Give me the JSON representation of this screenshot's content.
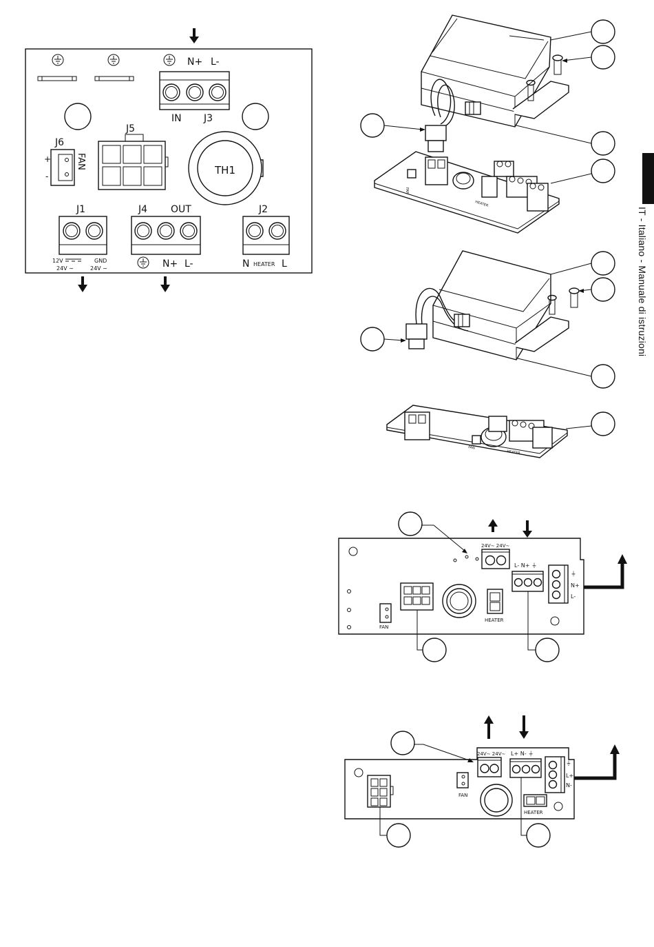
{
  "side_tab": {
    "text": "IT - Italiano - Manuale di istruzioni"
  },
  "schematic": {
    "j3": {
      "ground": "⏚",
      "n_plus": "N+",
      "l_minus": "L-",
      "in": "IN",
      "id": "J3"
    },
    "j5": "J5",
    "j6": {
      "id": "J6",
      "plus": "+",
      "minus": "-",
      "fan": "FAN"
    },
    "th1": "TH1",
    "j1": {
      "id": "J1",
      "left_top": "12V",
      "left_bottom": "24V ∼",
      "right_top": "GND",
      "right_bottom": "24V ∼"
    },
    "j4": {
      "id": "J4",
      "out": "OUT",
      "ground": "⏚",
      "n_plus": "N+",
      "l_minus": "L-"
    },
    "j2": {
      "id": "J2",
      "n": "N",
      "heater": "HEATER",
      "l": "L"
    }
  },
  "iso_a": {
    "fan_label": "FAN",
    "heater_label": "HEATER"
  },
  "iso_b": {
    "fan_label": "FAN",
    "heater_label": "HEATER"
  },
  "board_a": {
    "out_24v": "24V∼ 24V∼",
    "in_terminal": "L- N+ ⏚",
    "side_terminal": [
      "⏚",
      "N+",
      "L-"
    ],
    "fan": "FAN",
    "heater": "HEATER"
  },
  "board_b": {
    "out_24v": "24V∼ 24V∼",
    "in_terminal": "L+ N- ⏚",
    "side_terminal": [
      "⏚",
      "L+",
      "N-"
    ],
    "fan": "FAN",
    "heater": "HEATER"
  }
}
